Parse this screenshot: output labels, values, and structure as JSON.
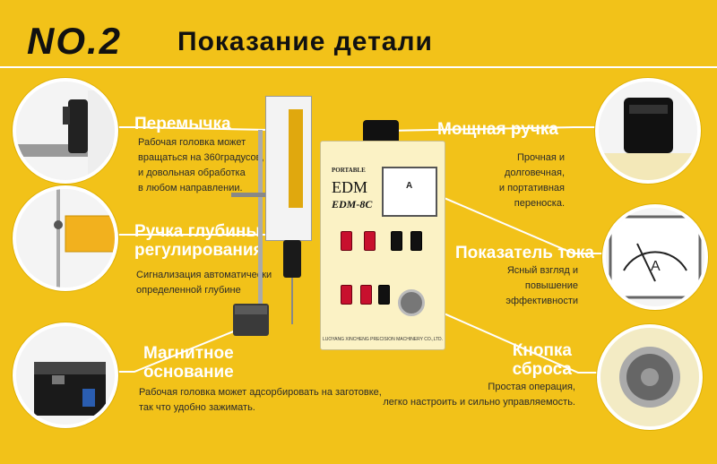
{
  "title": {
    "number": "NO.2",
    "text": "Показание детали"
  },
  "device": {
    "portable": "PORTABLE",
    "brand": "EDM",
    "model": "EDM-8C",
    "meter_unit": "A",
    "manufacturer": "LUOYANG XINCHENG PRECISION MACHINERY CO.,LTD."
  },
  "features": {
    "jumper": {
      "title": "Перемычка",
      "desc": [
        "Рабочая головка может",
        "вращаться на 360градусов,",
        "и довольная обработка",
        "в любом направлении."
      ]
    },
    "depth": {
      "title": [
        "Ручка глубины",
        "регулирования"
      ],
      "desc": [
        "Сигнализация автоматически",
        "определенной глубине"
      ]
    },
    "magnetic": {
      "title": [
        "Магнитное",
        "основание"
      ],
      "desc": [
        "Рабочая головка может адсорбировать на заготовке,",
        "так что удобно зажимать."
      ]
    },
    "handle": {
      "title": "Мощная ручка",
      "desc": [
        "Прочная и долговечная,",
        "и портативная переноска."
      ]
    },
    "current": {
      "title": "Показатель тока",
      "desc": [
        "Ясный взгляд и повышение",
        "эффективности"
      ]
    },
    "reset": {
      "title": [
        "Кнопка",
        "сброса"
      ],
      "desc": [
        "Простая операция,",
        "легко настроить и сильно управляемость."
      ]
    }
  },
  "colors": {
    "background": "#f2c219",
    "accent_text": "#ffffff",
    "lines": "#ffffff"
  }
}
